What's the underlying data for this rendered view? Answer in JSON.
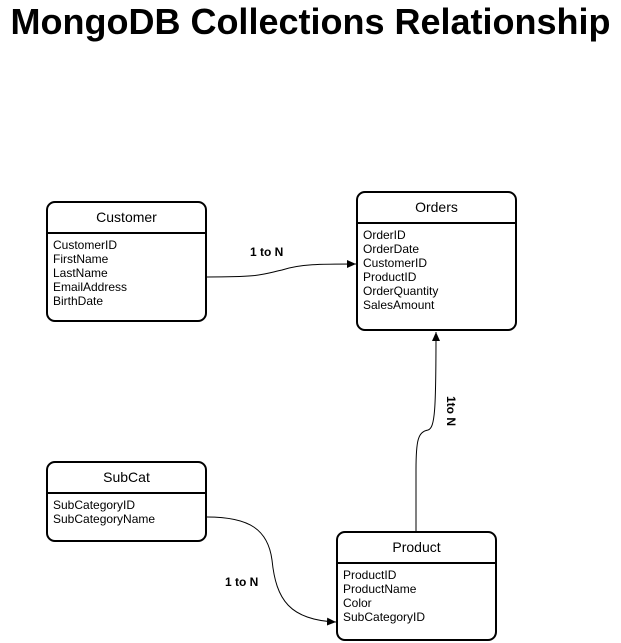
{
  "title": "MongoDB Collections Relationship",
  "entities": {
    "customer": {
      "name": "Customer",
      "fields": [
        "CustomerID",
        "FirstName",
        "LastName",
        "EmailAddress",
        "BirthDate"
      ]
    },
    "orders": {
      "name": "Orders",
      "fields": [
        "OrderID",
        "OrderDate",
        "CustomerID",
        "ProductID",
        "OrderQuantity",
        "SalesAmount"
      ]
    },
    "subcat": {
      "name": "SubCat",
      "fields": [
        "SubCategoryID",
        "SubCategoryName"
      ]
    },
    "product": {
      "name": "Product",
      "fields": [
        "ProductID",
        "ProductName",
        "Color",
        "SubCategoryID"
      ]
    }
  },
  "relationships": {
    "customer_orders": "1 to N",
    "product_orders": "1to N",
    "subcat_product": "1 to N"
  }
}
